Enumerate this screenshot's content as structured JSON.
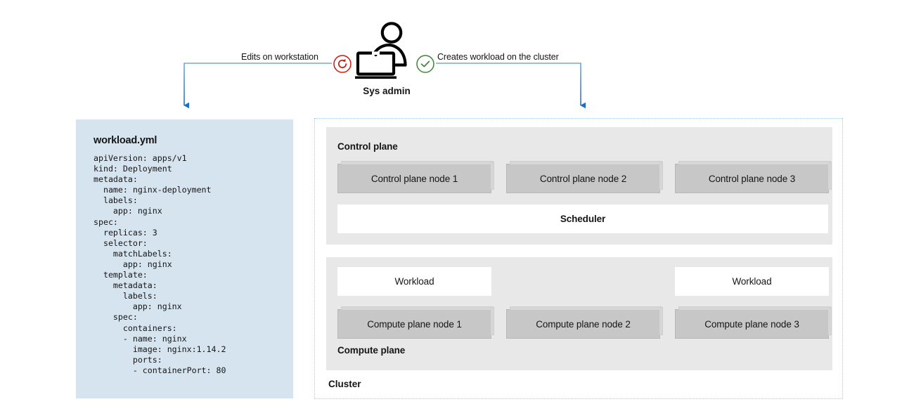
{
  "flow": {
    "left_label": "Edits on workstation",
    "right_label": "Creates workload on the cluster",
    "actor_label": "Sys admin",
    "actor_icon": "person-at-laptop-icon",
    "left_status_icon": "refresh-icon",
    "right_status_icon": "check-circle-icon",
    "left_status_color": "#c9190b",
    "right_status_color": "#3e8635",
    "connector_color": "#06c"
  },
  "yaml_card": {
    "title": "workload.yml",
    "background": "#d6e4f0",
    "content": "apiVersion: apps/v1\nkind: Deployment\nmetadata:\n  name: nginx-deployment\n  labels:\n    app: nginx\nspec:\n  replicas: 3\n  selector:\n    matchLabels:\n      app: nginx\n  template:\n    metadata:\n      labels:\n        app: nginx\n    spec:\n      containers:\n      - name: nginx\n        image: nginx:1.14.2\n        ports:\n        - containerPort: 80"
  },
  "cluster": {
    "label": "Cluster",
    "border_color": "#a9c6e0",
    "control_plane": {
      "label": "Control plane",
      "background": "#e8e8e8",
      "nodes": [
        "Control plane node 1",
        "Control plane node 2",
        "Control plane node 3"
      ],
      "scheduler": "Scheduler"
    },
    "compute_plane": {
      "label": "Compute plane",
      "background": "#e8e8e8",
      "workloads": [
        "Workload",
        "Workload"
      ],
      "nodes": [
        "Compute plane node 1",
        "Compute plane node 2",
        "Compute plane node 3"
      ]
    }
  }
}
